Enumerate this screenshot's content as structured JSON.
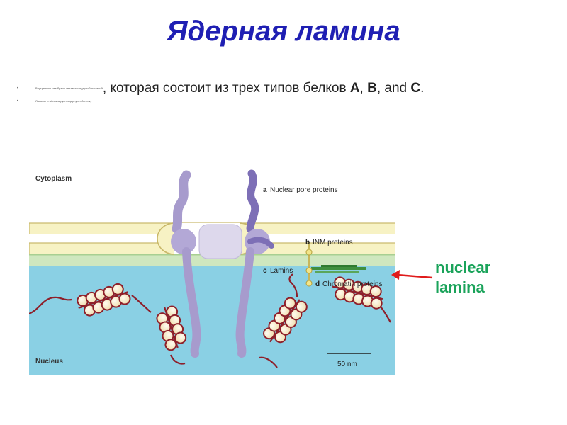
{
  "slide": {
    "title": "Ядерная ламина",
    "bullets": [
      {
        "tiny_text": "Внутренняя мембрана связана с ядерной ламиной",
        "visible_text_before_bold_a": ", которая состоит из трех типов белков ",
        "letter_a": "A",
        "sep1": ", ",
        "letter_b": "B",
        "sep2": ", and ",
        "letter_c": "C",
        "end": "."
      },
      {
        "tiny_text": "Ламины стабилизируют ядерную оболочку"
      }
    ]
  },
  "figure": {
    "compartments": {
      "top": "Cytoplasm",
      "bottom": "Nucleus"
    },
    "labels": [
      {
        "letter": "a",
        "text": "Nuclear pore proteins"
      },
      {
        "letter": "b",
        "text": "INM proteins"
      },
      {
        "letter": "c",
        "text": "Lamins"
      },
      {
        "letter": "d",
        "text": "Chromatin proteins"
      }
    ],
    "scale_bar": "50 nm",
    "colors": {
      "membrane_fill": "#f7f2c4",
      "membrane_stroke": "#c9b86a",
      "nucleus": "#8ad0e4",
      "lamina": "#cfe7bf",
      "pore": "#a79bcd",
      "pore_dark": "#7d6fb6",
      "pore_center": "#ddd8ec",
      "dna": "#8e1f2a",
      "histone": "#f7ebc8",
      "lamin_green": "#3f8f3e"
    }
  },
  "annotation": {
    "line1": "nuclear",
    "line2": "lamina",
    "color": "#1aa35a",
    "arrow_color": "#e01b1b"
  }
}
